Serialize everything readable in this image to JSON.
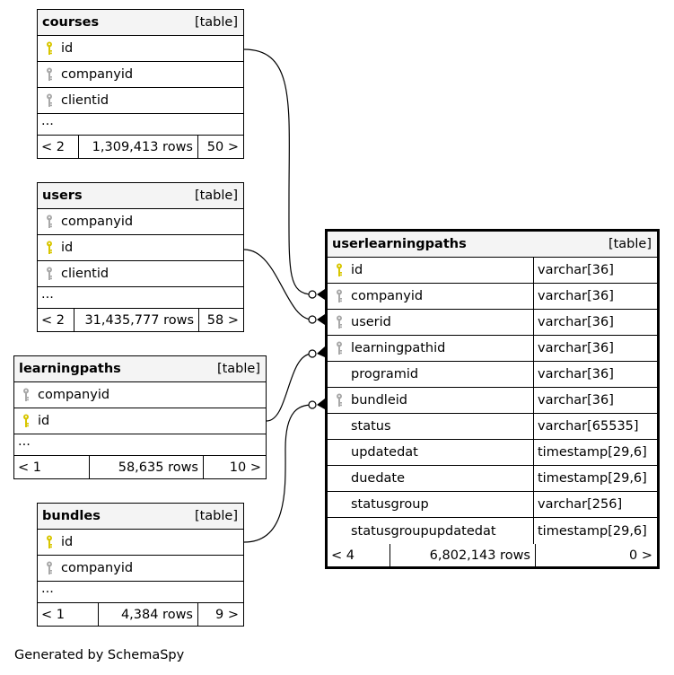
{
  "colors": {
    "primary_key": "#d8c600",
    "foreign_key": "#a8a8a8",
    "header_bg": "#f4f4f4",
    "line": "#000000"
  },
  "tables": {
    "courses": {
      "name": "courses",
      "tag": "[table]",
      "columns": [
        {
          "name": "id",
          "key": "primary"
        },
        {
          "name": "companyid",
          "key": "foreign"
        },
        {
          "name": "clientid",
          "key": "foreign"
        }
      ],
      "more": "...",
      "nav_prev": "< 2",
      "rows": "1,309,413 rows",
      "nav_next": "50 >"
    },
    "users": {
      "name": "users",
      "tag": "[table]",
      "columns": [
        {
          "name": "companyid",
          "key": "foreign"
        },
        {
          "name": "id",
          "key": "primary"
        },
        {
          "name": "clientid",
          "key": "foreign"
        }
      ],
      "more": "...",
      "nav_prev": "< 2",
      "rows": "31,435,777 rows",
      "nav_next": "58 >"
    },
    "learningpaths": {
      "name": "learningpaths",
      "tag": "[table]",
      "columns": [
        {
          "name": "companyid",
          "key": "foreign"
        },
        {
          "name": "id",
          "key": "primary"
        }
      ],
      "more": "...",
      "nav_prev": "< 1",
      "rows": "58,635 rows",
      "nav_next": "10 >"
    },
    "bundles": {
      "name": "bundles",
      "tag": "[table]",
      "columns": [
        {
          "name": "id",
          "key": "primary"
        },
        {
          "name": "companyid",
          "key": "foreign"
        }
      ],
      "more": "...",
      "nav_prev": "< 1",
      "rows": "4,384 rows",
      "nav_next": "9 >"
    },
    "userlearningpaths": {
      "name": "userlearningpaths",
      "tag": "[table]",
      "columns": [
        {
          "name": "id",
          "type": "varchar[36]",
          "key": "primary"
        },
        {
          "name": "companyid",
          "type": "varchar[36]",
          "key": "foreign"
        },
        {
          "name": "userid",
          "type": "varchar[36]",
          "key": "foreign"
        },
        {
          "name": "learningpathid",
          "type": "varchar[36]",
          "key": "foreign"
        },
        {
          "name": "programid",
          "type": "varchar[36]",
          "key": "none"
        },
        {
          "name": "bundleid",
          "type": "varchar[36]",
          "key": "foreign"
        },
        {
          "name": "status",
          "type": "varchar[65535]",
          "key": "none"
        },
        {
          "name": "updatedat",
          "type": "timestamp[29,6]",
          "key": "none"
        },
        {
          "name": "duedate",
          "type": "timestamp[29,6]",
          "key": "none"
        },
        {
          "name": "statusgroup",
          "type": "varchar[256]",
          "key": "none"
        },
        {
          "name": "statusgroupupdatedat",
          "type": "timestamp[29,6]",
          "key": "none"
        }
      ],
      "nav_prev": "< 4",
      "rows": "6,802,143 rows",
      "nav_next": "0 >"
    }
  },
  "relationships": [
    {
      "from": "courses.id",
      "to": "userlearningpaths.companyid"
    },
    {
      "from": "users.id",
      "to": "userlearningpaths.userid"
    },
    {
      "from": "learningpaths.id",
      "to": "userlearningpaths.learningpathid"
    },
    {
      "from": "bundles.id",
      "to": "userlearningpaths.bundleid"
    }
  ],
  "footer": "Generated by SchemaSpy"
}
